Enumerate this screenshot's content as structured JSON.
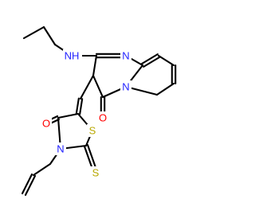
{
  "colors": {
    "background": "#ffffff",
    "bond": "#000000",
    "nitrogen": "#1f1fff",
    "oxygen": "#ff0000",
    "sulfur": "#b8a800",
    "hydrogen": "#1f1fff"
  },
  "atoms": [
    {
      "id": "nh",
      "label": "NH",
      "element": "N"
    },
    {
      "id": "n_pyrimidine",
      "label": "N",
      "element": "N"
    },
    {
      "id": "n_bridge",
      "label": "N",
      "element": "N"
    },
    {
      "id": "o_pyrimidinone",
      "label": "O",
      "element": "O"
    },
    {
      "id": "o_thiazolidinone",
      "label": "O",
      "element": "O"
    },
    {
      "id": "s_ring",
      "label": "S",
      "element": "S"
    },
    {
      "id": "n_thiazolidine",
      "label": "N",
      "element": "N"
    },
    {
      "id": "s_thione",
      "label": "S",
      "element": "S"
    }
  ]
}
